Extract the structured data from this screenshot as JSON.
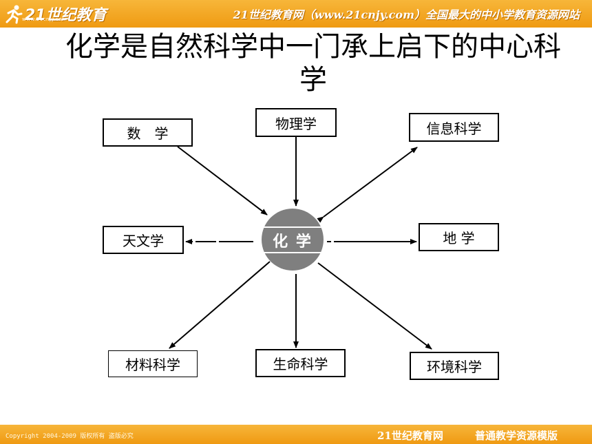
{
  "header": {
    "logo_text": "21世纪教育",
    "logo_sub": "www.21cnjy.com",
    "slogan": "21世纪教育网（www.21cnjy.com）全国最大的中小学教育资源网站"
  },
  "slide": {
    "title": "化学是自然科学中一门承上启下的中心科学"
  },
  "diagram": {
    "center": "化 学",
    "nodes": {
      "math": "数　学",
      "physics": "物理学",
      "info": "信息科学",
      "astronomy": "天文学",
      "earth": "地 学",
      "materials": "材料科学",
      "life": "生命科学",
      "environment": "环境科学"
    },
    "colors": {
      "center_fill": "#7f7f7f",
      "line": "#000000"
    }
  },
  "footer": {
    "copyright": "Copyright 2004-2009 版权所有 盗版必究",
    "site": "21世纪教育网",
    "tag": "普通教学资源模版"
  }
}
